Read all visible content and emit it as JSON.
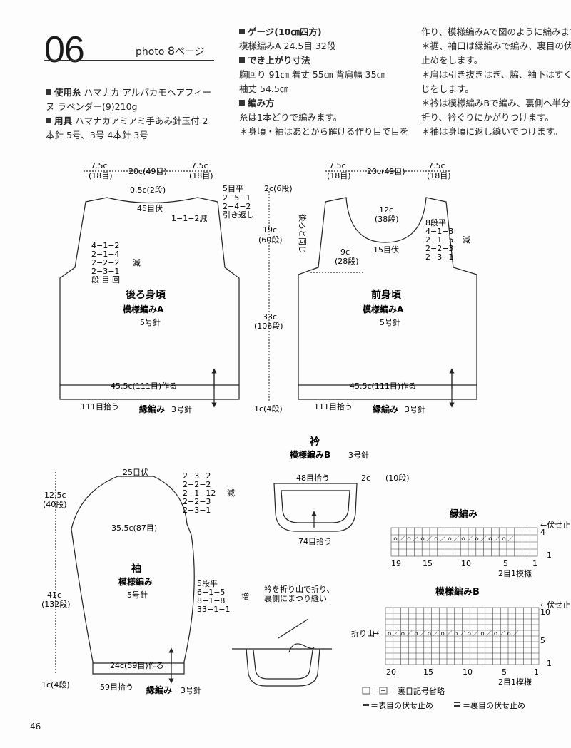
{
  "header": {
    "number": "06",
    "photo": "photo ",
    "photo_page": "8",
    "photo_suffix": "ページ"
  },
  "materials": {
    "yarn_label": "使用糸",
    "yarn_line1": "ハマナカ アルパカモヘアフィー",
    "yarn_line2": "ヌ ラベンダー(9)210g",
    "tool_label": "用具",
    "tool_line1": "ハマナカアミアミ手あみ針玉付 2",
    "tool_line2": "本針 5号、3号 4本針 3号"
  },
  "gauge": {
    "label": "ゲージ(10㎝四方)",
    "value": "模様編みA 24.5目 32段",
    "size_label": "でき上がり寸法",
    "size1": "胸回り 91㎝ 着丈 55㎝ 背肩幅 35㎝",
    "size2": "袖丈 54.5㎝",
    "method_label": "編み方",
    "method1": "糸は1本どりで編みます。",
    "method2": "＊身頃・袖はあとから解ける作り目で目を"
  },
  "instructions": {
    "line1": "作り、模様編みAで図のように編みます",
    "line2": "＊裾、袖口は縁編みで編み、裏目の伏",
    "line3": "止めをします。",
    "line4": "＊肩は引き抜きはぎ、脇、袖下はすくい",
    "line5": "じをします。",
    "line6": "＊衿は模様編みBで編み、裏側へ半分",
    "line7": "折り、衿ぐりにかがりつけます。",
    "line8": "＊袖は身頃に返し縫いでつけます。"
  },
  "back": {
    "title": "後ろ身頃",
    "pattern": "模様編みA",
    "needle": "5号針",
    "top_left": "7.5c",
    "top_left_st": "(18目)",
    "top_mid": "20c(49目)",
    "top_right": "7.5c",
    "top_right_st": "(18目)",
    "neck_rows": "0.5c(2段)",
    "neck_bind": "45目伏",
    "shoulder1": "5目平",
    "shoulder2": "2−5−1",
    "shoulder3": "2−4−2",
    "shoulder4": "引き返し",
    "shoulder_dec": "1−1−2減",
    "arm1": "4−1−2",
    "arm2": "2−1−4",
    "arm3": "2−2−2",
    "arm4": "2−3−1",
    "arm5": "段 目 回",
    "arm_dec": "減",
    "cast_on": "45.5c(111目)作る",
    "pickup": "111目拾う",
    "edge": "縁編み",
    "edge_needle": "3号針"
  },
  "measure": {
    "top": "2c(6段)",
    "mid": "19c",
    "mid_rows": "(60段)",
    "body": "33c",
    "body_rows": "(106段)",
    "bottom": "1c(4段)"
  },
  "front": {
    "title": "前身頃",
    "pattern": "模様編みA",
    "needle": "5号針",
    "top_left": "7.5c",
    "top_left_st": "(18目)",
    "top_mid": "20c(49目)",
    "top_right": "7.5c",
    "top_right_st": "(18目)",
    "same_as_back": "後ろと同じ",
    "neck_depth": "12c",
    "neck_depth_rows": "(38段)",
    "neck_bind": "15目伏",
    "side_depth": "9c",
    "side_rows": "(28段)",
    "neck1": "8段平",
    "neck2": "4−1−3",
    "neck3": "2−1−5",
    "neck4": "2−2−3",
    "neck5": "2−3−1",
    "neck_dec": "減",
    "cast_on": "45.5c(111目)作る",
    "pickup": "111目拾う",
    "edge": "縁編み",
    "edge_needle": "3号針"
  },
  "collar": {
    "title": "衿",
    "pattern": "模様編みB",
    "needle": "3号針",
    "pickup_top": "48目拾う",
    "rows": "2c",
    "rows_count": "(10段)",
    "pickup_bottom": "74目拾う",
    "fold_note1": "衿を折り山で折り、",
    "fold_note2": "裏側にまつり縫い"
  },
  "sleeve": {
    "title": "袖",
    "pattern": "模様編み",
    "needle": "5号針",
    "top_bind": "25目伏",
    "cap1": "2−3−2",
    "cap2": "2−2−2",
    "cap3": "2−1−12",
    "cap4": "2−2−3",
    "cap5": "2−3−1",
    "cap_dec": "減",
    "cap_height": "12.5c",
    "cap_rows": "(40段)",
    "width": "35.5c(87目)",
    "length": "41c",
    "length_rows": "(132段)",
    "inc1": "5段平",
    "inc2": "6−1−5",
    "inc3": "8−1−8",
    "inc4": "33−1−1",
    "inc_label": "増",
    "cast_on": "24c(59目)作る",
    "pickup": "59目拾う",
    "edge": "縁編み",
    "edge_needle": "3号針",
    "bottom": "1c(4段)"
  },
  "charts": {
    "edge_title": "縁編み",
    "edge_bind": "←伏せ止め",
    "edge_row4": "4",
    "edge_row1": "1",
    "edge_x19": "19",
    "edge_x15": "15",
    "edge_x10": "10",
    "edge_x5": "5",
    "edge_x1": "1",
    "edge_repeat": "2目1模様",
    "pattern_title": "模様編みB",
    "pattern_bind": "←伏せ止め",
    "fold": "折り山",
    "pattern_row10": "10",
    "pattern_row5": "5",
    "pattern_row1": "1",
    "pat_x20": "20",
    "pat_x15": "15",
    "pat_x10": "10",
    "pat_x5": "5",
    "pat_x1": "1",
    "pattern_repeat": "2目1模様"
  },
  "legend": {
    "purl_omit": "＝裏目記号省略",
    "knit_bind": "＝表目の伏せ止め",
    "purl_bind": "＝裏目の伏せ止め"
  },
  "page_number": "46"
}
